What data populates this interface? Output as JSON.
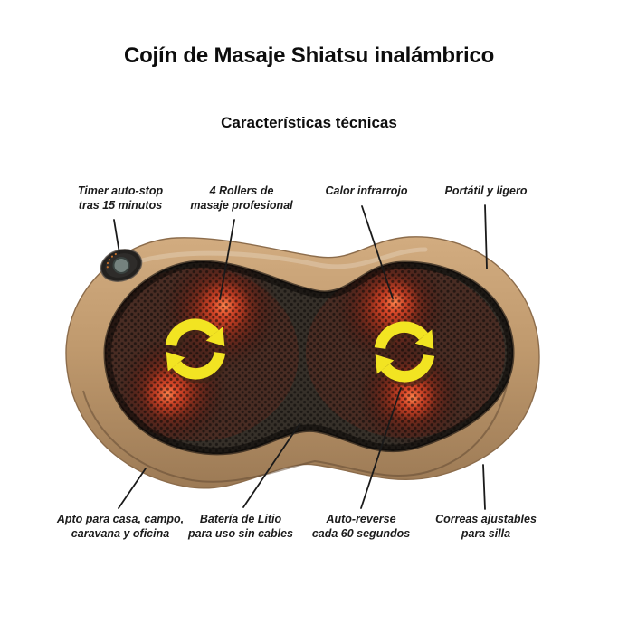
{
  "header": {
    "title": "Cojín de Masaje Shiatsu inalámbrico",
    "subtitle": "Características técnicas"
  },
  "features": {
    "timer": {
      "label": "Timer auto-stop\ntras 15 minutos"
    },
    "rollers": {
      "label": "4 Rollers de\nmasaje profesional"
    },
    "calor": {
      "label": "Calor infrarrojo"
    },
    "portatil": {
      "label": "Portátil y ligero"
    },
    "apto": {
      "label": "Apto para casa, campo,\ncaravana y oficina"
    },
    "bateria": {
      "label": "Batería de Litio\npara uso sin cables"
    },
    "autoreverse": {
      "label": "Auto-reverse\ncada 60 segundos"
    },
    "correas": {
      "label": "Correas ajustables\npara silla"
    }
  },
  "product": {
    "description": "Shiatsu massage pillow with rotating heated rollers",
    "icons": [
      "rotation-arrows-icon",
      "power-button"
    ],
    "colors": {
      "body_tan": "#bf996d",
      "mesh_dark": "#363029",
      "glow_red": "#d03a20",
      "arrow_yellow": "#f2e422",
      "button_teal": "#75827e",
      "callout_line": "#1a1a1a",
      "text": "#0d0d0d",
      "background": "#ffffff"
    }
  }
}
